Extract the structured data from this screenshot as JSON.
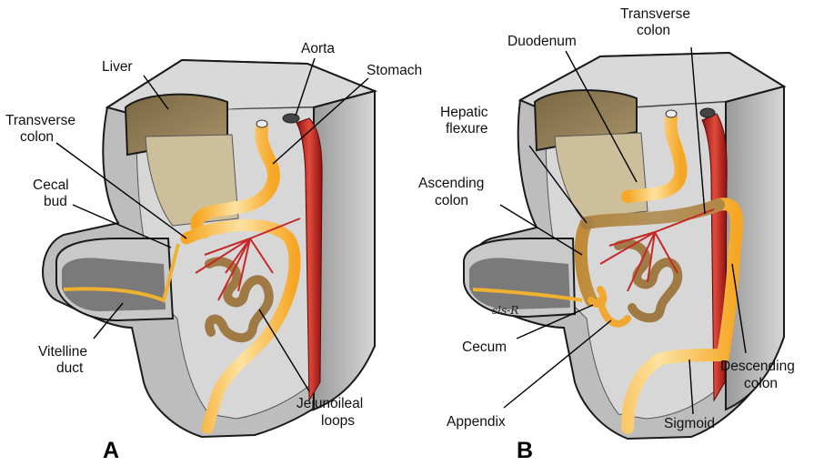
{
  "panel_a": {
    "letter": "A",
    "labels": {
      "liver": "Liver",
      "aorta": "Aorta",
      "stomach": "Stomach",
      "transverse_colon_1": "Transverse",
      "transverse_colon_2": "colon",
      "cecal_bud_1": "Cecal",
      "cecal_bud_2": "bud",
      "vitelline_duct_1": "Vitelline",
      "vitelline_duct_2": "duct",
      "jejunoileal_loops_1": "Jejunoileal",
      "jejunoileal_loops_2": "loops"
    }
  },
  "panel_b": {
    "letter": "B",
    "labels": {
      "duodenum": "Duodenum",
      "transverse_colon_1": "Transverse",
      "transverse_colon_2": "colon",
      "hepatic_flexure_1": "Hepatic",
      "hepatic_flexure_2": "flexure",
      "ascending_colon_1": "Ascending",
      "ascending_colon_2": "colon",
      "cecum": "Cecum",
      "appendix": "Appendix",
      "sigmoid": "Sigmoid",
      "descending_colon_1": "Descending",
      "descending_colon_2": "colon"
    },
    "signature": "sls-R"
  },
  "colors": {
    "body_gray": "#bdbdbd",
    "body_dark": "#6e6e6e",
    "body_light": "#e2e2e2",
    "liver_dark": "#8a7750",
    "liver_light": "#cdbf9c",
    "gut_yellow": "#f7b23a",
    "gut_light": "#fde3a6",
    "colon_brown": "#8e6e3c",
    "artery_red": "#c62828"
  }
}
